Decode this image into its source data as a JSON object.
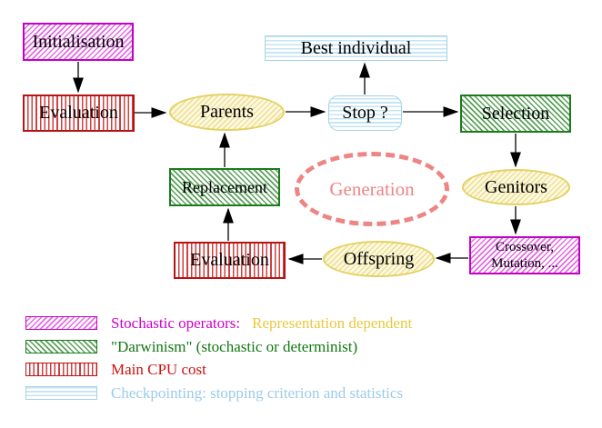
{
  "diagram": {
    "title_hint": "Evolutionary algorithm generation loop",
    "nodes": {
      "initialisation": {
        "label": "Initialisation",
        "style": "stochastic-operator"
      },
      "evaluation_top": {
        "label": "Evaluation",
        "style": "cpu-cost"
      },
      "parents": {
        "label": "Parents",
        "style": "population"
      },
      "best_individual": {
        "label": "Best individual",
        "style": "checkpointing"
      },
      "stop": {
        "label": "Stop ?",
        "style": "checkpointing"
      },
      "selection": {
        "label": "Selection",
        "style": "darwinism"
      },
      "genitors": {
        "label": "Genitors",
        "style": "population"
      },
      "crossover_mutation": {
        "label_line1": "Crossover,",
        "label_line2": "Mutation, ...",
        "style": "stochastic-operator"
      },
      "offspring": {
        "label": "Offspring",
        "style": "population"
      },
      "evaluation_bottom": {
        "label": "Evaluation",
        "style": "cpu-cost"
      },
      "replacement": {
        "label": "Replacement",
        "style": "darwinism"
      },
      "generation": {
        "label": "Generation",
        "style": "dashed-loop"
      }
    },
    "legend": {
      "rows": [
        {
          "swatch": "magenta-diagonal-hatch",
          "text1": "Stochastic operators:",
          "text2": "Representation dependent"
        },
        {
          "swatch": "green-diagonal-hatch",
          "text1": "\"Darwinism\" (stochastic or determinist)"
        },
        {
          "swatch": "red-vertical-stripes",
          "text1": "Main CPU cost"
        },
        {
          "swatch": "blue-horizontal-stripes",
          "text1": "Checkpointing: stopping criterion and statistics"
        }
      ]
    },
    "palette": {
      "magenta_border": "#c400c4",
      "magenta_hatch": "#e36ae3",
      "red_border": "#b51414",
      "red_stripe": "#cf4040",
      "green_border": "#1c7a1c",
      "green_hatch": "#58a058",
      "blue_border": "#a5d2e4",
      "blue_stripe": "#c4e5f2",
      "yellow_border": "#e4d163",
      "yellow_hatch": "#eee199",
      "salmon_dashed": "#ee8585",
      "legend_gold_text": "#e8c93e",
      "legend_green_text": "#117711",
      "legend_red_text": "#cc1111",
      "legend_blue_text": "#9ccbe8",
      "arrow_color": "#000000"
    }
  }
}
